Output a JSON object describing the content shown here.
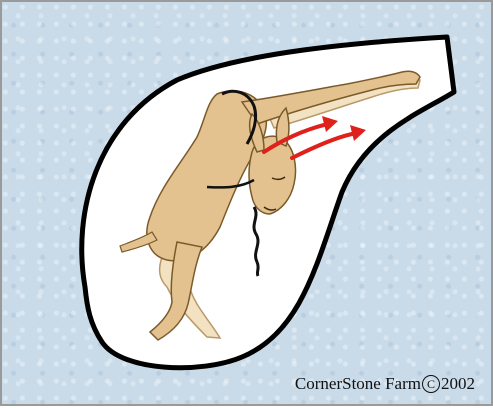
{
  "credit": {
    "name": "CornerStone Farm",
    "copyright_symbol": "C",
    "year": "2002"
  },
  "colors": {
    "background": "#c9dbe9",
    "uterus_fill": "#ffffff",
    "uterus_outline": "#000000",
    "kid_body": "#e3c28f",
    "kid_far_limbs": "#f2e2c2",
    "arrows": "#e0201a"
  }
}
